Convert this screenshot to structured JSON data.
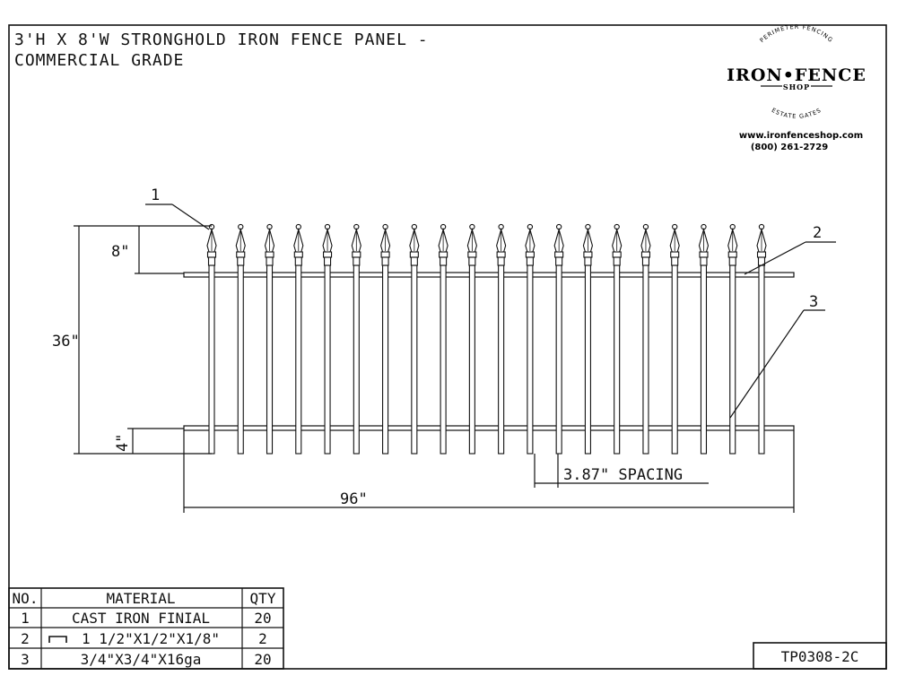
{
  "title": {
    "line1": "3'H X 8'W STRONGHOLD IRON FENCE PANEL -",
    "line2": "COMMERCIAL GRADE"
  },
  "logo": {
    "arc_top": "PERIMETER FENCING",
    "name": "IRON•FENCE",
    "shop": "SHOP",
    "arc_bottom": "ESTATE GATES",
    "website": "www.ironfenceshop.com",
    "phone": "(800) 261-2729"
  },
  "dimensions": {
    "picket_count": 20,
    "finial_height": "8\"",
    "overall_height": "36\"",
    "bottom_gap": "4\"",
    "overall_width": "96\"",
    "spacing": "3.87\" SPACING"
  },
  "callouts": [
    "1",
    "2",
    "3"
  ],
  "bom": {
    "headers": {
      "no": "NO.",
      "material": "MATERIAL",
      "qty": "QTY"
    },
    "rows": [
      {
        "no": "1",
        "material": "CAST IRON FINIAL",
        "qty": "20"
      },
      {
        "no": "2",
        "material": "1 1/2\"X1/2\"X1/8\"",
        "qty": "2"
      },
      {
        "no": "3",
        "material": "3/4\"X3/4\"X16ga",
        "qty": "20"
      }
    ]
  },
  "drawing_number": "TP0308-2C",
  "colors": {
    "ink": "#111111",
    "paper": "#ffffff"
  }
}
